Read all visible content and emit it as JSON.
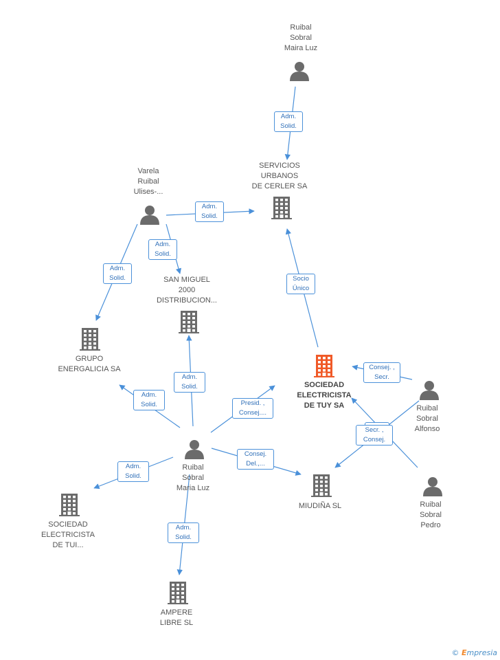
{
  "colors": {
    "edge": "#4a90d9",
    "node": "#6b6b6b",
    "main_node": "#f05a28"
  },
  "nodes": [
    {
      "id": "maira",
      "type": "person",
      "label": "Ruibal\nSobral\nMaira Luz"
    },
    {
      "id": "servicios",
      "type": "company",
      "label": "SERVICIOS\nURBANOS\nDE CERLER SA"
    },
    {
      "id": "varela",
      "type": "person",
      "label": "Varela\nRuibal\nUlises-..."
    },
    {
      "id": "sanmiguel",
      "type": "company",
      "label": "SAN MIGUEL\n2000\nDISTRIBUCION..."
    },
    {
      "id": "grupo",
      "type": "company",
      "label": "GRUPO\nENERGALICIA SA"
    },
    {
      "id": "tuy",
      "type": "company",
      "main": true,
      "label": "SOCIEDAD\nELECTRICISTA\nDE TUY SA"
    },
    {
      "id": "alfonso",
      "type": "person",
      "label": "Ruibal\nSobral\nAlfonso"
    },
    {
      "id": "marialuz",
      "type": "person",
      "label": "Ruibal\nSobral\nMaria Luz"
    },
    {
      "id": "miudina",
      "type": "company",
      "label": "MIUDIÑA SL"
    },
    {
      "id": "pedro",
      "type": "person",
      "label": "Ruibal\nSobral\nPedro"
    },
    {
      "id": "tui",
      "type": "company",
      "label": "SOCIEDAD\nELECTRICISTA\nDE TUI..."
    },
    {
      "id": "ampere",
      "type": "company",
      "label": "AMPERE\nLIBRE SL"
    }
  ],
  "edges": [
    {
      "from": "maira",
      "to": "servicios",
      "label": "Adm.\nSolid."
    },
    {
      "from": "varela",
      "to": "servicios",
      "label": "Adm.\nSolid."
    },
    {
      "from": "varela",
      "to": "sanmiguel",
      "label": "Adm.\nSolid."
    },
    {
      "from": "varela",
      "to": "grupo",
      "label": "Adm.\nSolid."
    },
    {
      "from": "tuy",
      "to": "servicios",
      "label": "Socio\nÚnico"
    },
    {
      "from": "alfonso",
      "to": "tuy",
      "label": "Consej. ,\nSecr."
    },
    {
      "from": "pedro",
      "to": "tuy",
      "label": "ero"
    },
    {
      "from": "alfonso",
      "to": "miudina",
      "label": "Secr. ,\nConsej."
    },
    {
      "from": "marialuz",
      "to": "sanmiguel",
      "label": "Adm.\nSolid."
    },
    {
      "from": "marialuz",
      "to": "grupo",
      "label": "Adm.\nSolid."
    },
    {
      "from": "marialuz",
      "to": "tuy",
      "label": "Presid. ,\nConsej...."
    },
    {
      "from": "marialuz",
      "to": "miudina",
      "label": "Consej.\nDel.,..."
    },
    {
      "from": "marialuz",
      "to": "tui",
      "label": "Adm.\nSolid."
    },
    {
      "from": "marialuz",
      "to": "ampere",
      "label": "Adm.\nSolid."
    }
  ],
  "footer": {
    "copyright": "©",
    "brand_first": "E",
    "brand_rest": "mpresia"
  }
}
